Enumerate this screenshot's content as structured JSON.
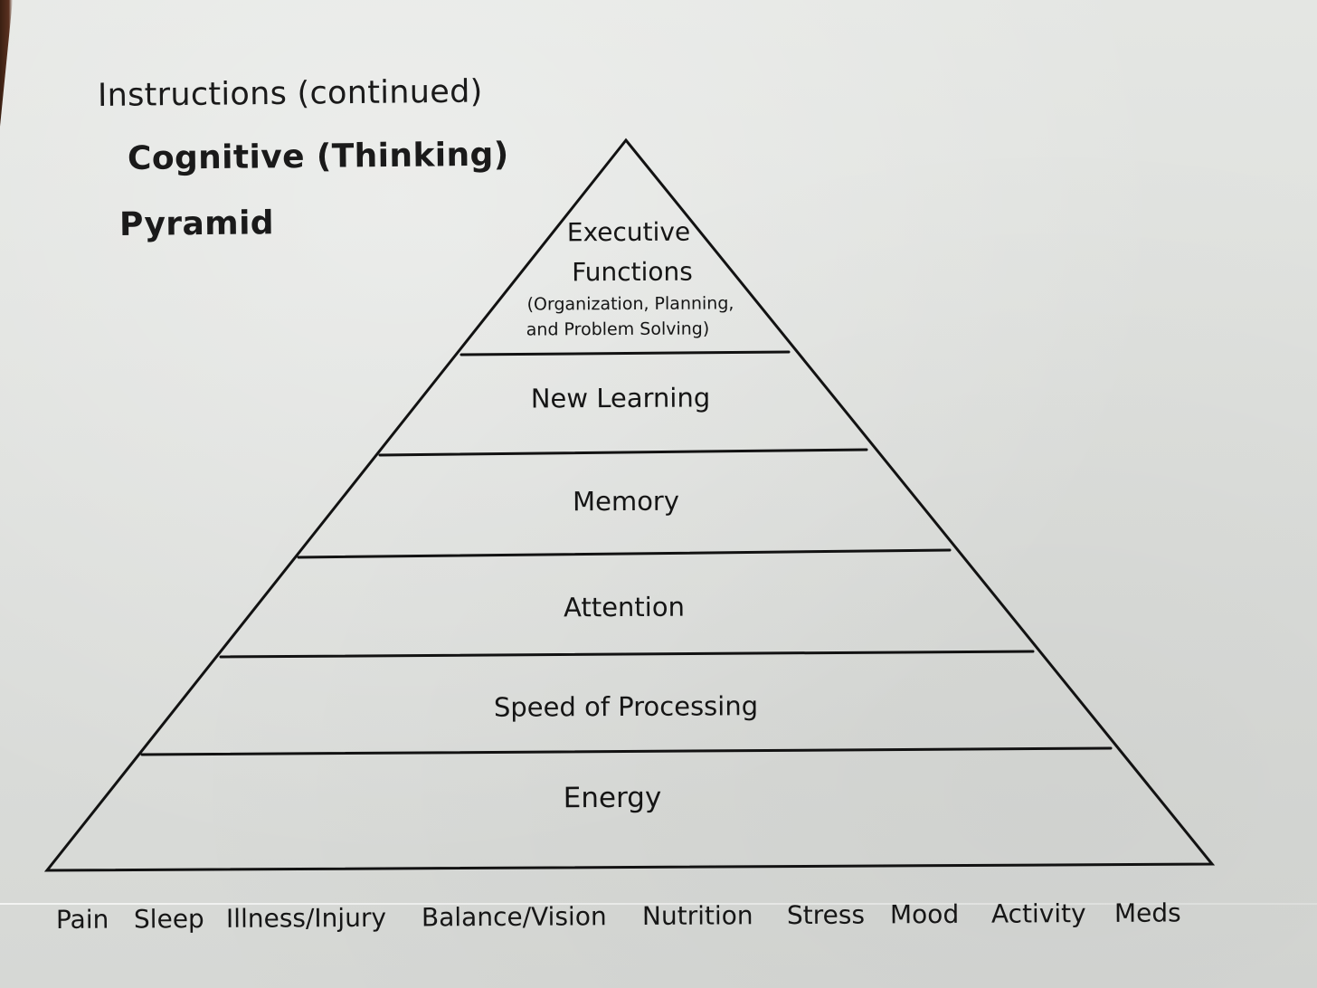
{
  "document": {
    "header": {
      "instructions": "Instructions (continued)",
      "title_line1": "Cognitive (Thinking)",
      "title_line2": "Pyramid"
    },
    "pyramid": {
      "levels_top_to_bottom": [
        {
          "name": "Executive Functions",
          "lines": [
            "Executive",
            "Functions",
            "(Organization, Planning,",
            "and Problem Solving)"
          ]
        },
        {
          "name": "New Learning",
          "lines": [
            "New Learning"
          ]
        },
        {
          "name": "Memory",
          "lines": [
            "Memory"
          ]
        },
        {
          "name": "Attention",
          "lines": [
            "Attention"
          ]
        },
        {
          "name": "Speed of Processing",
          "lines": [
            "Speed of Processing"
          ]
        },
        {
          "name": "Energy",
          "lines": [
            "Energy"
          ]
        }
      ]
    },
    "foundation_factors": [
      "Pain",
      "Sleep",
      "Illness/Injury",
      "Balance/Vision",
      "Nutrition",
      "Stress",
      "Mood",
      "Activity",
      "Meds"
    ],
    "colors": {
      "paper": "#dfe1de",
      "ink": "#151515",
      "table_edge": "#4a2818"
    }
  }
}
